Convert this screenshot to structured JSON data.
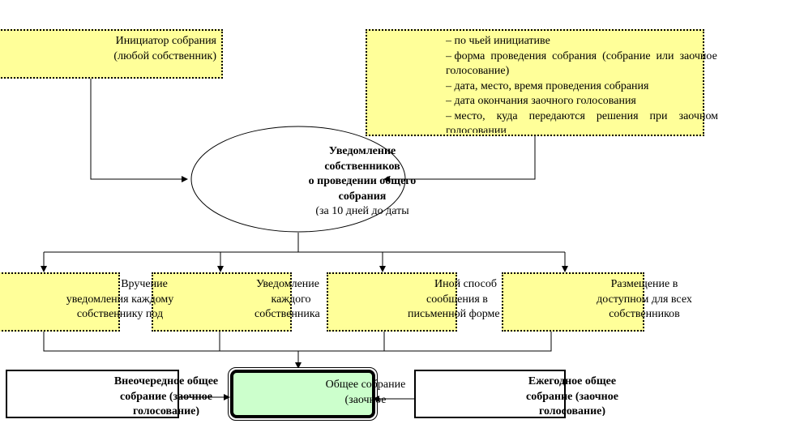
{
  "initiator": {
    "lines": [
      "Инициатор собрания",
      "(любой собственник)"
    ]
  },
  "contents": {
    "lines": [
      "– по чьей инициативе",
      "– форма  проведения  собрания  (собрание  или  заочное",
      "голосование)",
      "– дата, место, время проведения собрания",
      "– дата окончания заочного голосования",
      "– место,    куда    передаются    решения    при    заочном",
      "голосовании"
    ]
  },
  "notice": {
    "title_lines": [
      "Уведомление",
      "собственников",
      "о проведении общего",
      "собрания"
    ],
    "note": "(за 10 дней до даты"
  },
  "methods": [
    {
      "lines": [
        "Вручение",
        "уведомления каждому",
        "собственнику под"
      ]
    },
    {
      "lines": [
        "Уведомление",
        "каждого",
        "собственника"
      ]
    },
    {
      "lines": [
        "Иной способ",
        "сообщения в",
        "письменной форме"
      ]
    },
    {
      "lines": [
        "Размещение в",
        "доступном для всех",
        "собственников"
      ]
    }
  ],
  "extraordinary": {
    "lines": [
      "Внеочередное общее",
      "собрание (заочное",
      "голосование)"
    ]
  },
  "general": {
    "lines": [
      "Общее собрание",
      "(заочное"
    ]
  },
  "annual": {
    "lines": [
      "Ежегодное общее",
      "собрание (заочное",
      "голосование)"
    ]
  },
  "colors": {
    "yellow": "#ffff99",
    "green": "#ccffcc"
  }
}
